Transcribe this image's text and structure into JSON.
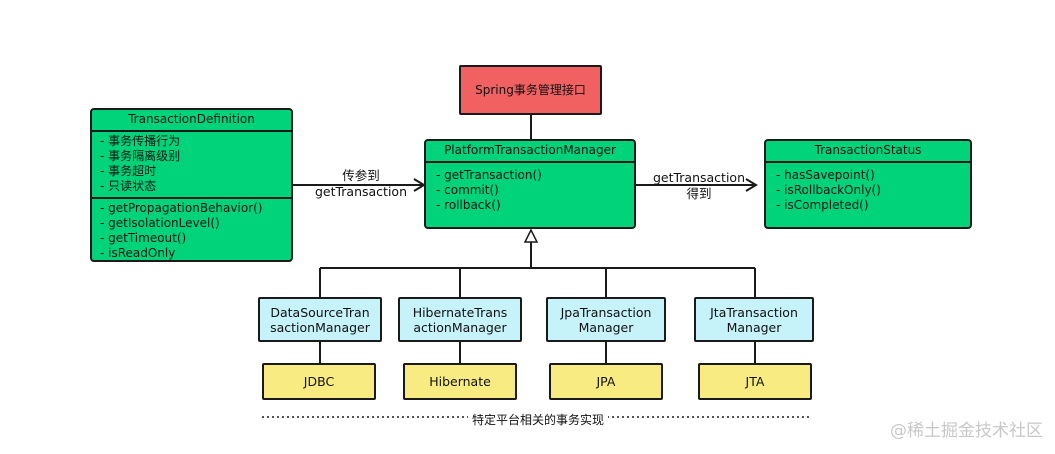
{
  "spring_box": {
    "label": "Spring事务管理接口"
  },
  "platform_manager": {
    "title": "PlatformTransactionManager",
    "methods": [
      "- getTransaction()",
      "- commit()",
      "- rollback()"
    ]
  },
  "transaction_definition": {
    "title": "TransactionDefinition",
    "properties": [
      "- 事务传播行为",
      "- 事务隔离级别",
      "- 事务超时",
      "- 只读状态"
    ],
    "methods": [
      "- getPropagationBehavior()",
      "- getIsolationLevel()",
      "- getTimeout()",
      "- isReadOnly"
    ]
  },
  "transaction_status": {
    "title": "TransactionStatus",
    "methods": [
      "- hasSavepoint()",
      "- isRollbackOnly()",
      "- isCompleted()"
    ]
  },
  "edge_labels": {
    "definition_to_manager_line1": "传参到",
    "definition_to_manager_line2": "getTransaction",
    "manager_to_status_line1": "getTransaction",
    "manager_to_status_line2": "得到"
  },
  "implementations": [
    {
      "manager_line1": "DataSourceTran",
      "manager_line2": "sactionManager",
      "tech": "JDBC"
    },
    {
      "manager_line1": "HibernateTrans",
      "manager_line2": "actionManager",
      "tech": "Hibernate"
    },
    {
      "manager_line1": "JpaTransaction",
      "manager_line2": "Manager",
      "tech": "JPA"
    },
    {
      "manager_line1": "JtaTransaction",
      "manager_line2": "Manager",
      "tech": "JTA"
    }
  ],
  "caption": "特定平台相关的事务实现",
  "watermark": "@稀土掘金技术社区",
  "colors": {
    "green": "#00d37a",
    "red": "#f26161",
    "cyan": "#c6f3fa",
    "yellow": "#f8eb82"
  }
}
